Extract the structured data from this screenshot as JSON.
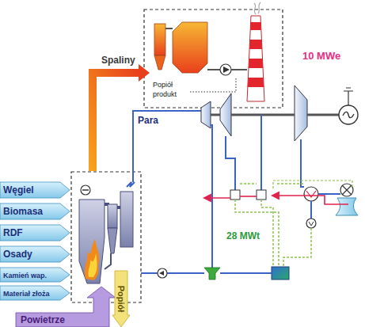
{
  "diagram": {
    "nodes": [
      {
        "text": [
          "Węgiel"
        ]
      },
      {
        "text": [
          "Biomasa"
        ]
      },
      {
        "text": [
          "RDF"
        ]
      },
      {
        "text": [
          "Osady"
        ]
      },
      {
        "text": [
          "Kamień wap."
        ]
      },
      {
        "text": [
          "Materiał złoża"
        ]
      },
      {
        "text": [
          "Powietrze"
        ]
      },
      {
        "text": [
          "Popiół"
        ]
      }
    ],
    "labels": [
      "Spaliny",
      "Popiół produkt",
      "10 MWe",
      "Para",
      "28 MWt"
    ]
  }
}
